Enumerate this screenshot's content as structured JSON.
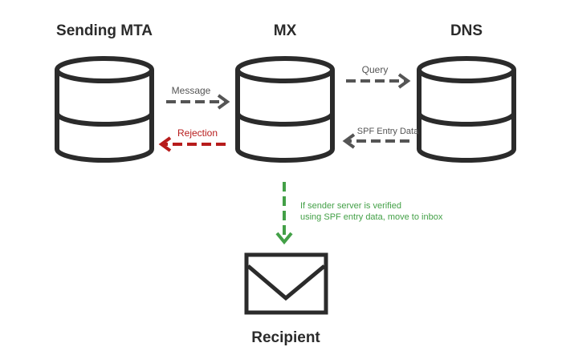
{
  "nodes": {
    "sending_mta": {
      "label": "Sending MTA"
    },
    "mx": {
      "label": "MX"
    },
    "dns": {
      "label": "DNS"
    },
    "recipient": {
      "label": "Recipient"
    }
  },
  "edges": {
    "message": {
      "label": "Message"
    },
    "rejection": {
      "label": "Rejection"
    },
    "query": {
      "label": "Query"
    },
    "spf_entry": {
      "label": "SPF Entry Data"
    }
  },
  "verify_note": {
    "line1": "If sender server is verified",
    "line2": "using SPF entry data, move to inbox"
  },
  "colors": {
    "ink": "#2b2b2b",
    "arrow_gray": "#555555",
    "reject_red": "#b71c1c",
    "verify_green": "#43a047"
  }
}
